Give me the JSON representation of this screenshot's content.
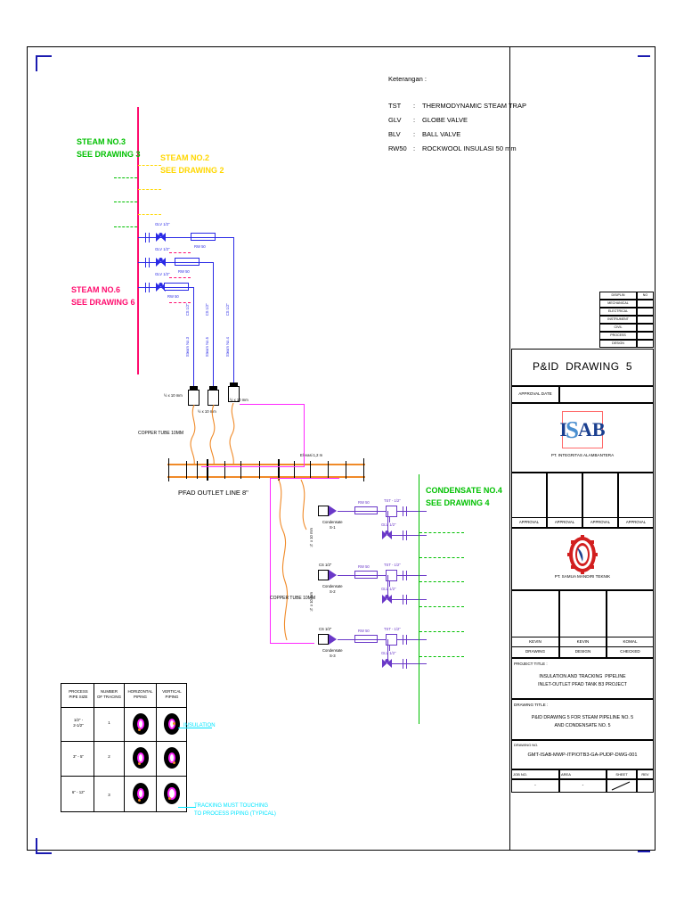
{
  "legend": {
    "heading": "Keterangan :",
    "items": [
      {
        "code": "TST",
        "sep": ":",
        "desc": "THERMODYNAMIC STEAM TRAP"
      },
      {
        "code": "GLV",
        "sep": ":",
        "desc": "GLOBE VALVE"
      },
      {
        "code": "BLV",
        "sep": ":",
        "desc": "BALL VALVE"
      },
      {
        "code": "RW50",
        "sep": ":",
        "desc": "ROCKWOOL INSULASI 50 mm"
      }
    ]
  },
  "annotations": {
    "steam3": "STEAM NO.3\nSEE DRAWING 3",
    "steam2": "STEAM NO.2\nSEE DRAWING 2",
    "steam6": "STEAM NO.6\nSEE DRAWING 6",
    "condensate4": "CONDENSATE NO.4\nSEE DRAWING 4",
    "pfad_line": "PFAD OUTLET LINE 8\"",
    "elevasi": "Elevasi 1,2 m",
    "copper_tube_left": "COPPER TUBE 10MM",
    "copper_tube_mid": "COPPER TUBE 10MM",
    "insulation": "INSULATION",
    "tracking": "TRACKING MUST TOUCHING\nTO PROCESS PIPING (TYPICAL)"
  },
  "steam_branches": [
    {
      "valve": "GLV 1/2\"",
      "insul": "RW 50",
      "riser_size": "CS 1/2\"",
      "riser_name": "Steam No.4"
    },
    {
      "valve": "GLV 1/2\"",
      "insul": "RW 50",
      "riser_size": "CS 1/2\"",
      "riser_name": "Steam No.5"
    },
    {
      "valve": "GLV 1/2\"",
      "insul": "RW 50",
      "riser_size": "CS 1/2\"",
      "riser_name": "Steam No.3"
    }
  ],
  "tube_sizes": [
    "½ x 10 mm",
    "½ x 10 mm",
    "½ x 10 mm"
  ],
  "condensate_branches": [
    {
      "tag": "Condensate\nS-1",
      "size": "CS 1/2\"",
      "insul": "RW 50",
      "trap": "TST - 1/2\"",
      "valve": "GLV 1/2\"",
      "drop": "½ x 10 mm"
    },
    {
      "tag": "Condensate\nS-2",
      "size": "CS 1/2\"",
      "insul": "RW 50",
      "trap": "TST - 1/2\"",
      "valve": "GLV 1/2\"",
      "drop": "½ x 10 mm"
    },
    {
      "tag": "Condensate\nS-3",
      "size": "CS 1/2\"",
      "insul": "RW 50",
      "trap": "TST - 1/2\"",
      "valve": "GLV 1/2\"",
      "drop": "½ x 10 mm"
    }
  ],
  "pipe_table": {
    "headers": [
      "PROCESS\nPIPE SIZE",
      "NUMBER\nOF TRACING",
      "HORIZONTAL\nPIPING",
      "VERTICAL\nPIPING"
    ],
    "rows": [
      {
        "size": "1/2\" -\n2-1/2\"",
        "tracing": "1"
      },
      {
        "size": "3\" - 5\"",
        "tracing": "2"
      },
      {
        "size": "6\" - 12\"",
        "tracing": "3"
      }
    ]
  },
  "titleblock": {
    "discipline_header": [
      "DISIPLIN",
      "NO"
    ],
    "disciplines": [
      "MECHANICAL",
      "ELECTRICAL",
      "INSTRUMENT",
      "CIVIL",
      "PROCESS",
      "DESIGN"
    ],
    "drawing_title_main": "P&ID  DRAWING  5",
    "approval_date_label": "APPROVAL DATE",
    "company1": "PT. INTEGRITAS ALAMBANTERA",
    "company1_logo": "ISAB",
    "approval_cells": [
      "APPROVAL",
      "APPROVAL",
      "APPROVAL",
      "APPROVAL"
    ],
    "company2": "PT. SAMUA MANDIRI TEKNIK",
    "sign_names": [
      "KEVIN",
      "KEVIN",
      "KOMAL"
    ],
    "sign_roles": [
      "DRAWING",
      "DESIGN",
      "CHECKED"
    ],
    "project_title_label": "PROJECT TITLE :",
    "project_title": "INSULATION AND TRACKING  PIPELINE\nINLET-OUTLET PFAD TANK B3 PROJECT",
    "drawing_title_label": "DRAWING TITLE :",
    "drawing_title": "P&ID DRAWING 5 FOR STEAM PIPELINE NO. 5\nAND CONDENSATE NO. 5",
    "drawing_no_label": "DRAWING NO.",
    "drawing_no": "GMT-ISAB-MWP-ITPIOTB3-GA-PUDP-DWG-001",
    "footer_headers": [
      "JOB NO.",
      "AREA",
      "SHEET",
      "REV"
    ],
    "footer_values": [
      "-",
      "-",
      "",
      ""
    ]
  },
  "colors": {
    "steam_red": "#ff0c6e",
    "branch_blue": "#2a2ae6",
    "condensate_purple": "#6a38c8",
    "tracing_magenta": "#ff27ff",
    "copper_orange": "#f08a28",
    "note_green": "#00c000",
    "note_yellow": "#ffd700",
    "leader_cyan": "#00e5ff"
  }
}
